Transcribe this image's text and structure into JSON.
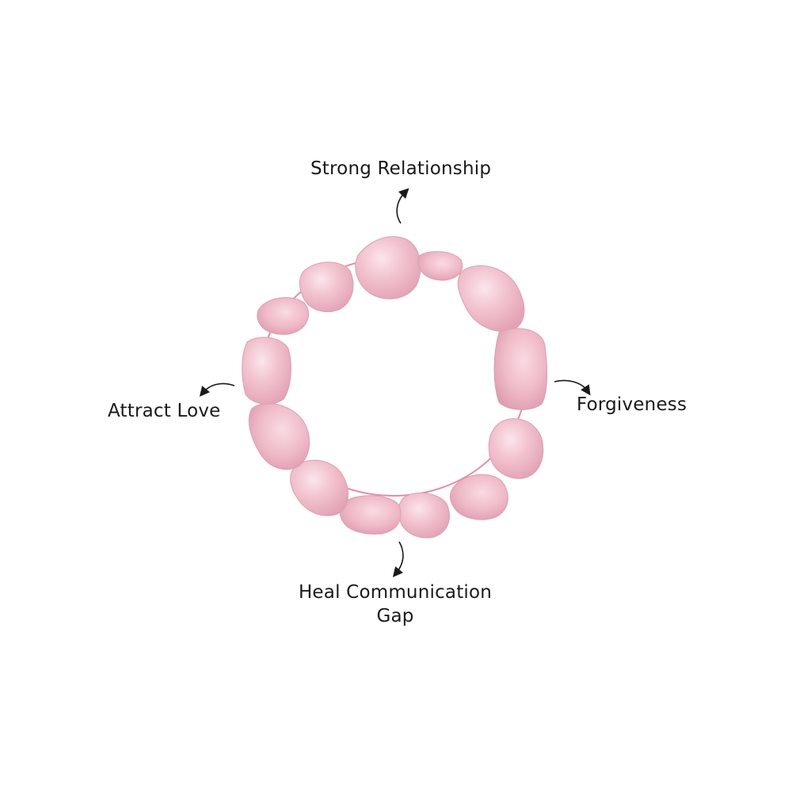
{
  "labels": {
    "top": "Strong Relationship",
    "left": "Attract Love",
    "right": "Forgiveness",
    "bottom_line1": "Heal Communication",
    "bottom_line2": "Gap"
  },
  "colors": {
    "bead_base": "#f2c4cf",
    "bead_shade": "#e3a3b4",
    "bead_highlight": "#fbe6ec",
    "string": "#e58aa8",
    "text": "#1a1a1a"
  }
}
